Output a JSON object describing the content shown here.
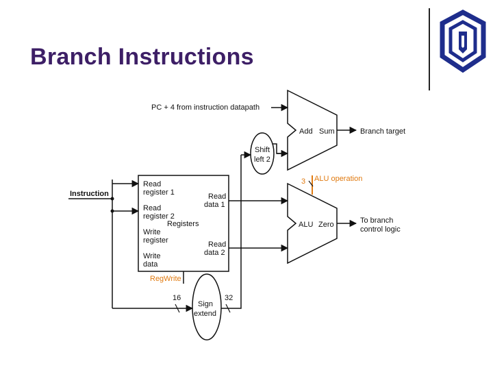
{
  "slide": {
    "title": "Branch Instructions"
  },
  "colors": {
    "title": "#3d1f66",
    "logo": "#1e2d8c",
    "control": "#e07a10",
    "lines": "#111111"
  },
  "logo": {
    "icon": "university-emblem-icon"
  },
  "diagram": {
    "pc_label": "PC + 4 from instruction datapath",
    "instruction_label": "Instruction",
    "adder": {
      "add": "Add",
      "sum": "Sum",
      "output": "Branch target"
    },
    "shift": {
      "line1": "Shift",
      "line2": "left 2"
    },
    "registers": {
      "read_reg1_l1": "Read",
      "read_reg1_l2": "register 1",
      "read_reg2_l1": "Read",
      "read_reg2_l2": "register 2",
      "title": "Registers",
      "write_reg_l1": "Write",
      "write_reg_l2": "register",
      "write_data_l1": "Write",
      "write_data_l2": "data",
      "read_data1_l1": "Read",
      "read_data1_l2": "data 1",
      "read_data2_l1": "Read",
      "read_data2_l2": "data 2",
      "regwrite": "RegWrite"
    },
    "alu": {
      "label": "ALU",
      "zero": "Zero",
      "operation": "ALU operation",
      "op_bits": "3",
      "output_l1": "To branch",
      "output_l2": "control logic"
    },
    "sign_extend": {
      "line1": "Sign",
      "line2": "extend",
      "in_bits": "16",
      "out_bits": "32"
    }
  }
}
